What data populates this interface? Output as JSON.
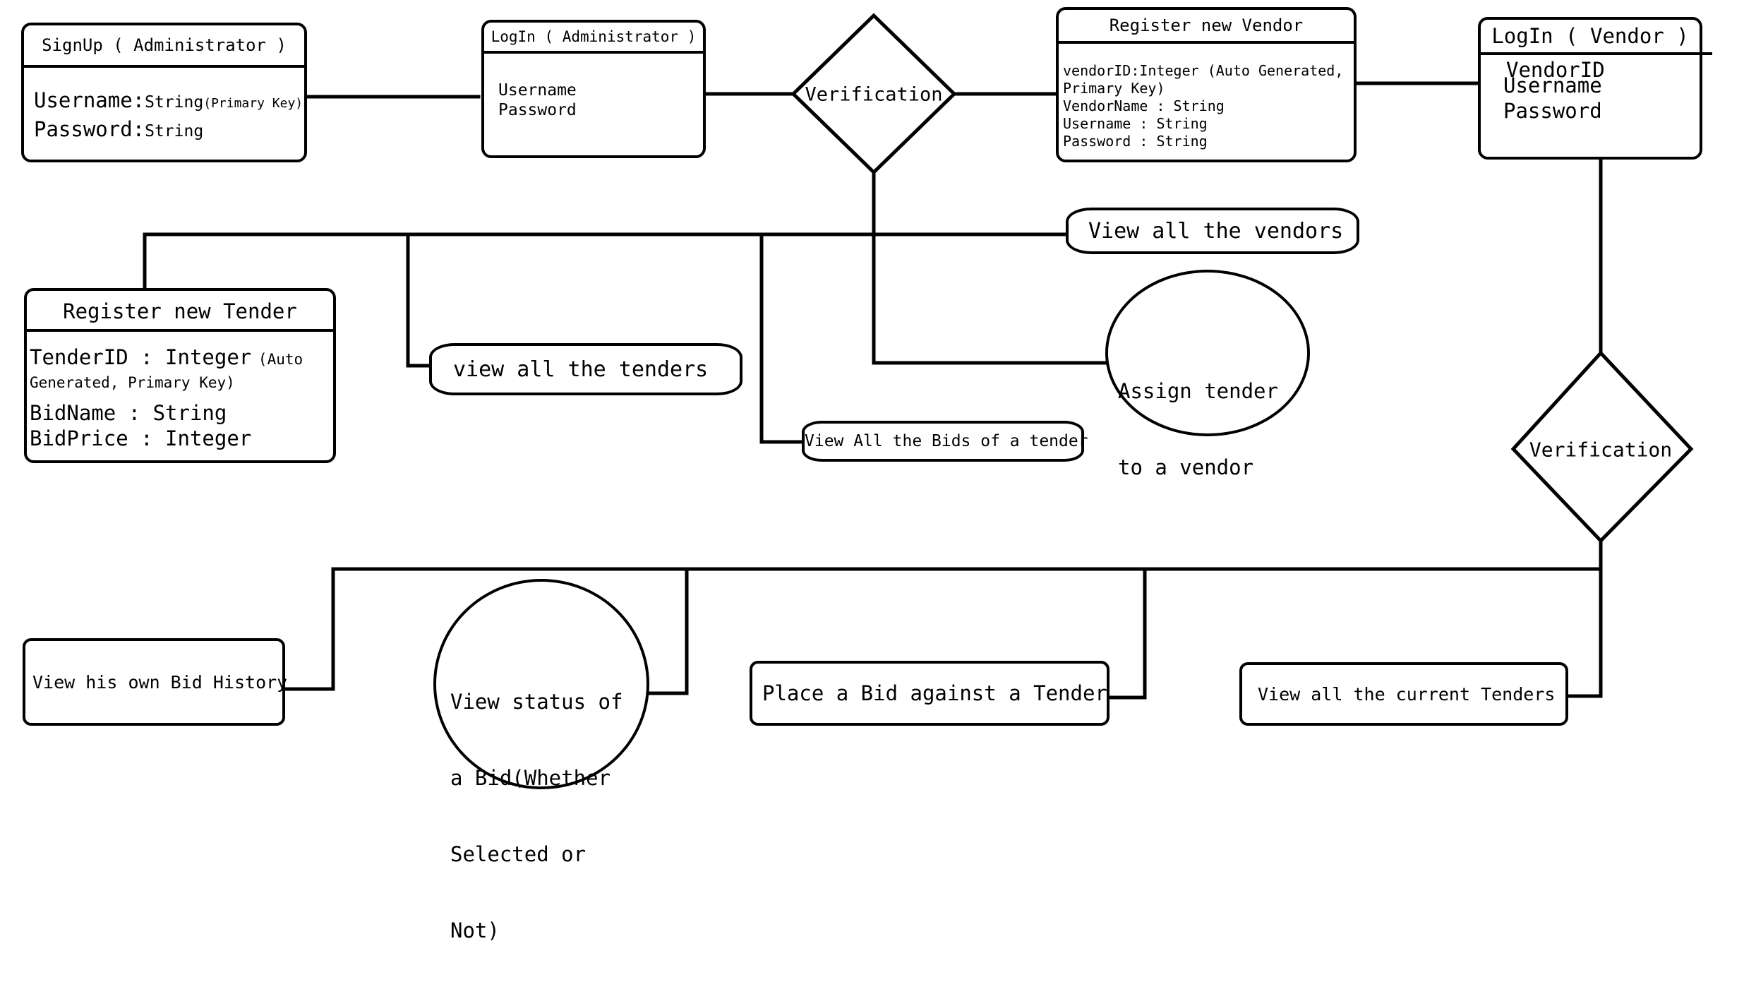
{
  "admin_signup": {
    "title": "SignUp ( Administrator )",
    "fields": [
      {
        "name": "Username:",
        "type": "String",
        "note": "(Primary Key)"
      },
      {
        "name": "Password:",
        "type": "String",
        "note": ""
      }
    ]
  },
  "admin_login": {
    "title": "LogIn ( Administrator )",
    "fields": [
      "Username",
      "Password"
    ]
  },
  "admin_verification": {
    "label": "Verification"
  },
  "register_vendor": {
    "title": "Register new Vendor",
    "fields": [
      "vendorID:Integer (Auto Generated,",
      "Primary Key)",
      "VendorName : String",
      "Username : String",
      "Password : String"
    ]
  },
  "vendor_login": {
    "title": "LogIn ( Vendor )",
    "fields": [
      "VendorID",
      "Username",
      "Password"
    ]
  },
  "register_tender": {
    "title": "Register new Tender",
    "fields": [
      {
        "text": "TenderID : Integer",
        "note": "(Auto"
      },
      {
        "text": "Generated, Primary Key)",
        "note": ""
      },
      {
        "text": "BidName : String",
        "note": ""
      },
      {
        "text": "BidPrice : Integer",
        "note": ""
      }
    ]
  },
  "admin_actions": {
    "view_vendors": "View all the vendors",
    "view_tenders": "view all the tenders",
    "view_bids": "View All the Bids of a tender",
    "assign_tender": [
      "Assign tender",
      "to a vendor"
    ]
  },
  "vendor_verification": {
    "label": "Verification"
  },
  "vendor_actions": {
    "bid_history": "View his own Bid History",
    "bid_status": [
      "View status of",
      "a Bid(Whether",
      "Selected or",
      "Not)"
    ],
    "place_bid": "Place a Bid against a Tender",
    "current_tenders": "View all the current Tenders"
  },
  "colors": {
    "stroke": "#000000",
    "background": "#ffffff"
  }
}
